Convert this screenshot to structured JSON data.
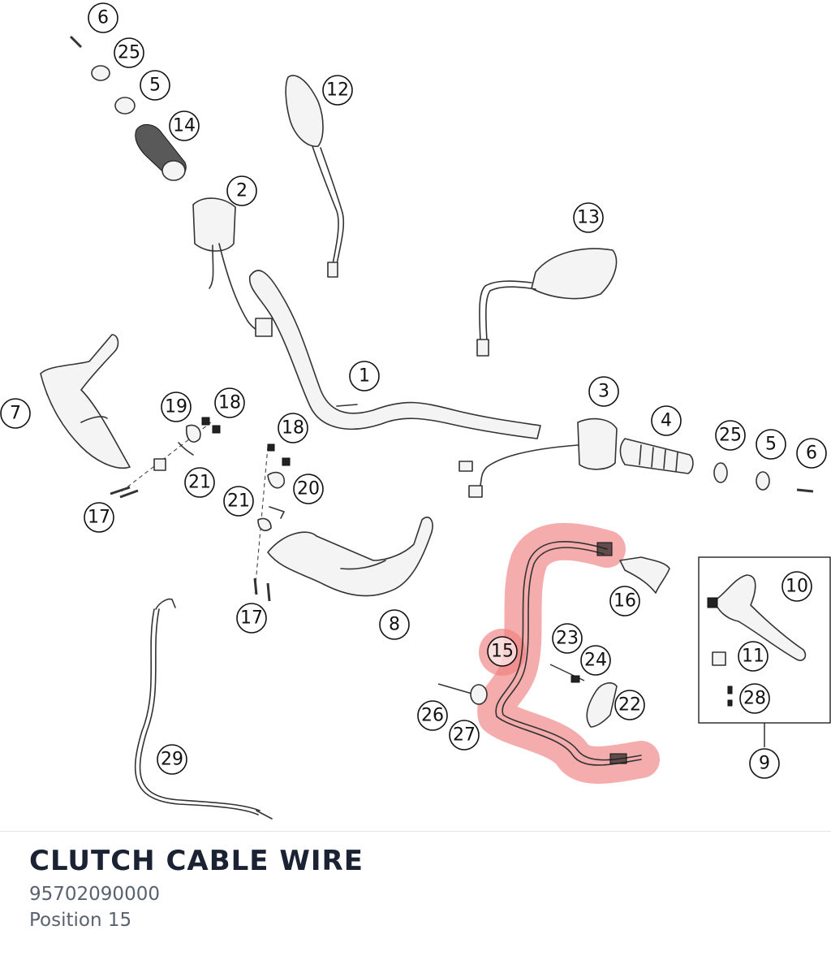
{
  "part": {
    "name": "CLUTCH CABLE WIRE",
    "number": "95702090000",
    "position": "Position 15"
  },
  "highlight": {
    "color": "#f08080",
    "callout": "15"
  },
  "callouts": {
    "c1": "1",
    "c2": "2",
    "c3": "3",
    "c4": "4",
    "c5a": "5",
    "c5b": "5",
    "c6a": "6",
    "c6b": "6",
    "c7": "7",
    "c8": "8",
    "c9": "9",
    "c10": "10",
    "c11": "11",
    "c12": "12",
    "c13": "13",
    "c14": "14",
    "c15": "15",
    "c16": "16",
    "c17a": "17",
    "c17b": "17",
    "c18a": "18",
    "c18b": "18",
    "c19": "19",
    "c20": "20",
    "c21a": "21",
    "c21b": "21",
    "c22": "22",
    "c23": "23",
    "c24": "24",
    "c25a": "25",
    "c25b": "25",
    "c26": "26",
    "c27": "27",
    "c28": "28",
    "c29": "29"
  }
}
